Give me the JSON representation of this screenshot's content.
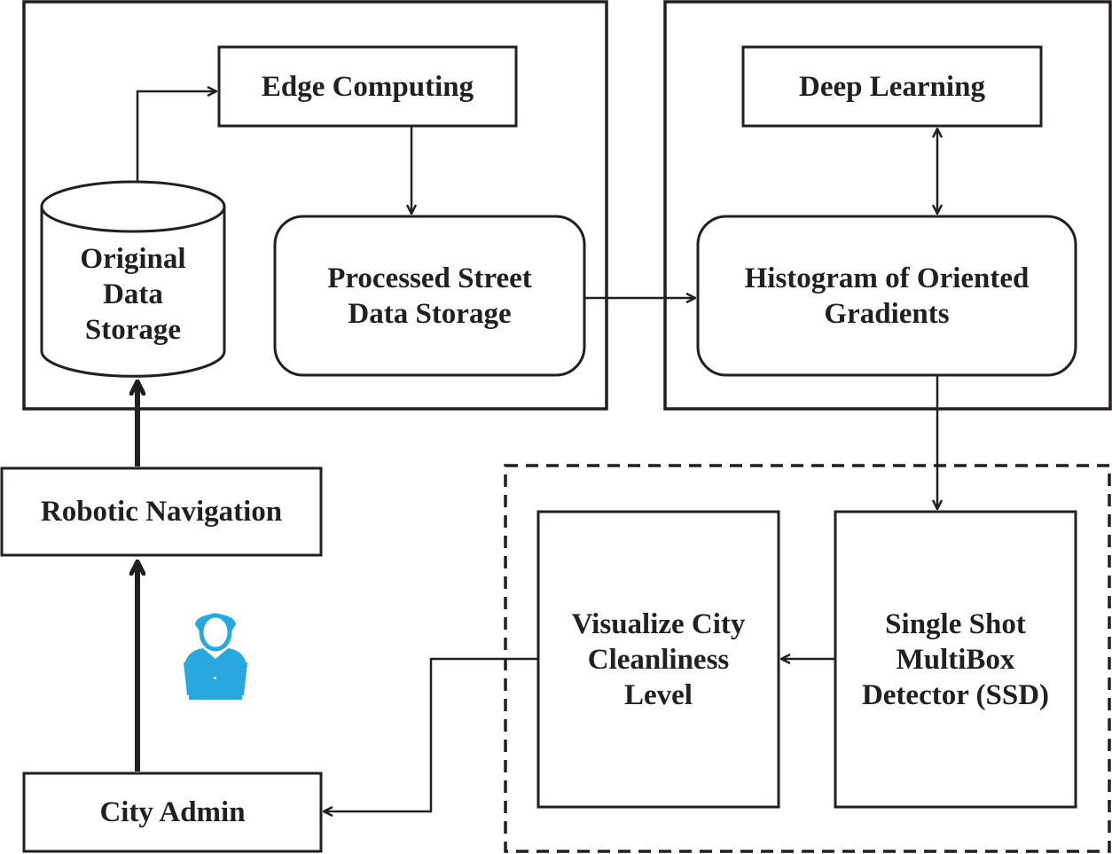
{
  "nodes": {
    "edge_computing": "Edge Computing",
    "original_data_storage": "Original\nData\nStorage",
    "processed_street_data_storage": "Processed Street\nData Storage",
    "deep_learning": "Deep Learning",
    "hog": "Histogram of Oriented\nGradients",
    "robotic_navigation": "Robotic Navigation",
    "visualize_city_cleanliness": "Visualize City\nCleanliness\nLevel",
    "ssd": "Single Shot\nMultiBox\nDetector (SSD)",
    "city_admin": "City Admin"
  },
  "icons": {
    "admin_icon": "person-at-laptop-icon"
  },
  "colors": {
    "line": "#231f20",
    "icon": "#29a8e0",
    "background": "#ffffff"
  }
}
